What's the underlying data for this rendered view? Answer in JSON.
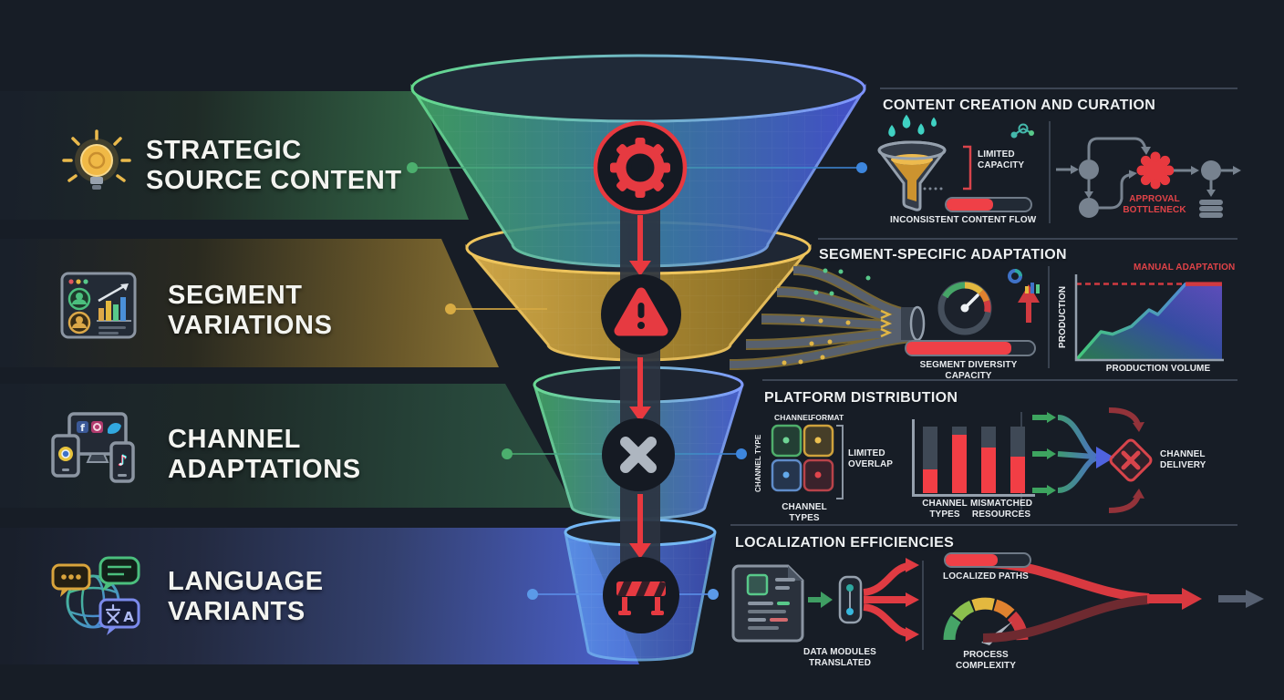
{
  "stages": [
    {
      "label1": "STRATEGIC",
      "label2": "SOURCE CONTENT",
      "accent": "#4e9c66"
    },
    {
      "label1": "SEGMENT",
      "label2": "VARIATIONS",
      "accent": "#b99a44"
    },
    {
      "label1": "CHANNEL",
      "label2": "ADAPTATIONS",
      "accent": "#3a6b51"
    },
    {
      "label1": "LANGUAGE",
      "label2": "VARIANTS",
      "accent": "#4f64d6"
    }
  ],
  "panels": [
    {
      "title": "CONTENT CREATION AND CURATION",
      "capacity_label": "LIMITED CAPACITY",
      "capacity_fill": 0.55,
      "flow_caption": "INCONSISTENT CONTENT FLOW",
      "bottleneck_label": "APPROVAL BOTTLENECK"
    },
    {
      "title": "SEGMENT-SPECIFIC ADAPTATION",
      "diversity_caption": "SEGMENT DIVERSITY CAPACITY",
      "diversity_fill": 0.82,
      "chart": {
        "type": "area",
        "ylabel": "PRODUCTION",
        "xlabel": "PRODUCTION VOLUME",
        "ceiling_label": "MANUAL ADAPTATION",
        "points": [
          [
            0,
            0
          ],
          [
            0.17,
            0.36
          ],
          [
            0.25,
            0.33
          ],
          [
            0.38,
            0.43
          ],
          [
            0.5,
            0.64
          ],
          [
            0.56,
            0.58
          ],
          [
            0.75,
            0.97
          ],
          [
            1,
            0.97
          ]
        ]
      }
    },
    {
      "title": "PLATFORM DISTRIBUTION",
      "matrix": {
        "col1": "CHANNEL",
        "col2": "FORMAT",
        "row_label": "CHANNEL TYPE",
        "caption": "CHANNEL TYPES",
        "bracket_label": "LIMITED OVERLAP"
      },
      "bars": {
        "type": "bar",
        "values": [
          0.35,
          0.88,
          0.68,
          0.55
        ],
        "caption1": "CHANNEL TYPES",
        "caption2": "MISMATCHED RESOURCES"
      },
      "delivery_label": "CHANNEL DELIVERY"
    },
    {
      "title": "LOCALIZATION EFFICIENCIES",
      "modules_caption": "DATA MODULES TRANSLATED",
      "paths_label": "LOCALIZED PATHS",
      "paths_fill": 0.62,
      "complexity_label": "PROCESS COMPLEXITY"
    }
  ],
  "colors": {
    "background": "#171d26",
    "alert_red": "#e23a41",
    "panel_rule": "#3c4553",
    "text": "#eef0f2",
    "tier1_green": "#3ea463",
    "tier1_blue": "#4857d6",
    "tier2_gold": "#d9ae49",
    "tier3_green": "#42a364",
    "tier3_blue": "#4b62d6",
    "tier4_blue": "#5e9bef"
  }
}
